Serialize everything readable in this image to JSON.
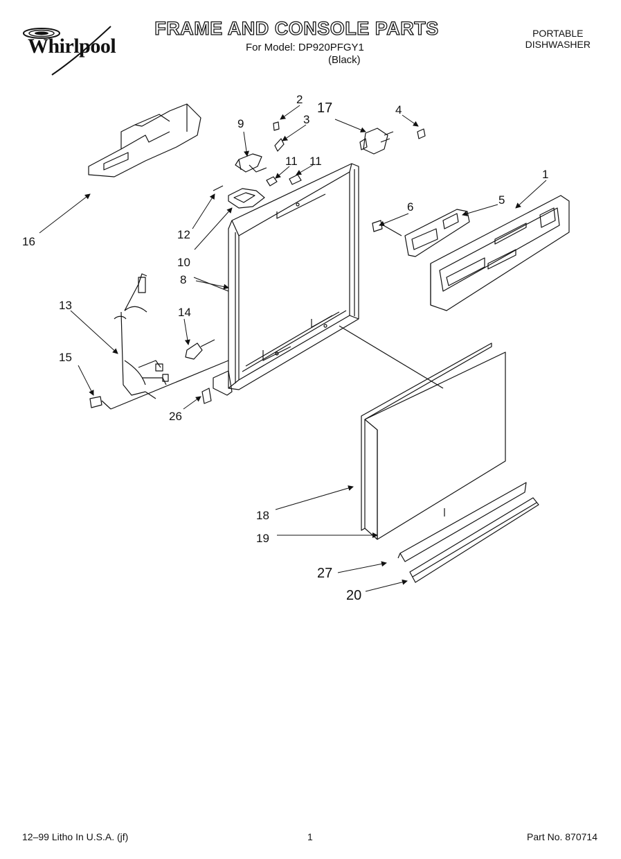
{
  "header": {
    "brand": "Whirlpool",
    "title": "FRAME AND CONSOLE PARTS",
    "model_line": "For Model: DP920PFGY1",
    "color_line": "(Black)",
    "product_line1": "PORTABLE",
    "product_line2": "DISHWASHER"
  },
  "callouts": {
    "c1": "1",
    "c2": "2",
    "c3": "3",
    "c4": "4",
    "c5": "5",
    "c6": "6",
    "c8": "8",
    "c9": "9",
    "c10": "10",
    "c11a": "11",
    "c11b": "11",
    "c12": "12",
    "c13": "13",
    "c14": "14",
    "c15": "15",
    "c16": "16",
    "c17": "17",
    "c18": "18",
    "c19": "19",
    "c20": "20",
    "c26": "26",
    "c27": "27"
  },
  "footer": {
    "left": "12–99 Litho In U.S.A. (jf)",
    "center": "1",
    "right": "Part No. 870714"
  }
}
